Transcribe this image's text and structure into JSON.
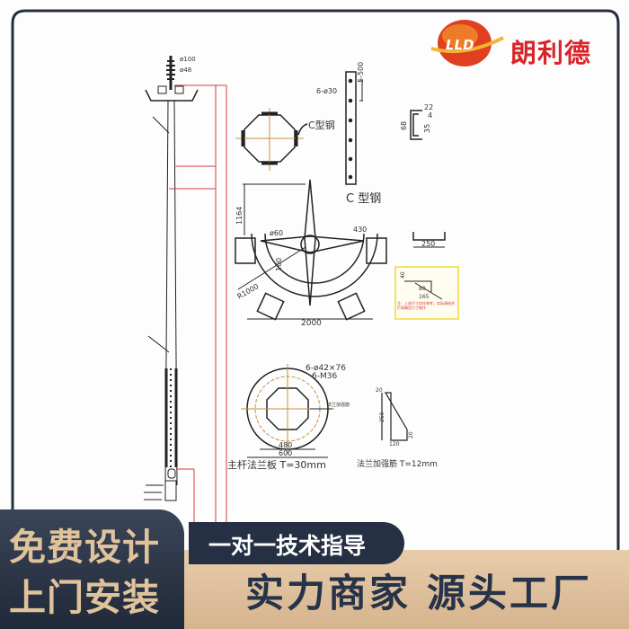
{
  "brand": {
    "name": "朗利德",
    "logo_mark": "LLD"
  },
  "drawing": {
    "pole_labels": [
      "ø100",
      "ø48"
    ],
    "c_steel_label": "C型钢",
    "c_steel_title": "C 型钢",
    "strip_holes": "6-ø30",
    "strip_spacing": "5-500",
    "c_dims": [
      "22",
      "4",
      "68",
      "35"
    ],
    "c_channel_width": "250",
    "frame_dims": {
      "height": "1164",
      "pipe": "ø60",
      "angle": "430",
      "radius": "R1000",
      "inner": "100",
      "width": "2000"
    },
    "detail_dims": [
      "40",
      "80",
      "165"
    ],
    "detail_note": "注：上述尺寸仅作参考，实际请结合灯具确定尺寸制作",
    "flange": {
      "holes": "6-ø42×76",
      "bolts": "6-M36",
      "inner": "480",
      "outer": "600",
      "rib_tag": "法兰加强筋",
      "title": "主杆法兰板  T=30mm"
    },
    "rib": {
      "dims": [
        "20",
        "250",
        "20",
        "120"
      ],
      "title": "法兰加强筋  T=12mm"
    }
  },
  "banner": {
    "left_line1": "免费设计",
    "left_line2": "上门安装",
    "pill": "一对一技术指导",
    "band": "实力商家 源头工厂"
  },
  "colors": {
    "frame": "#262f40",
    "brand_red": "#d9252a",
    "tan": "#e0c39b",
    "dim_red": "#d83a3a"
  }
}
